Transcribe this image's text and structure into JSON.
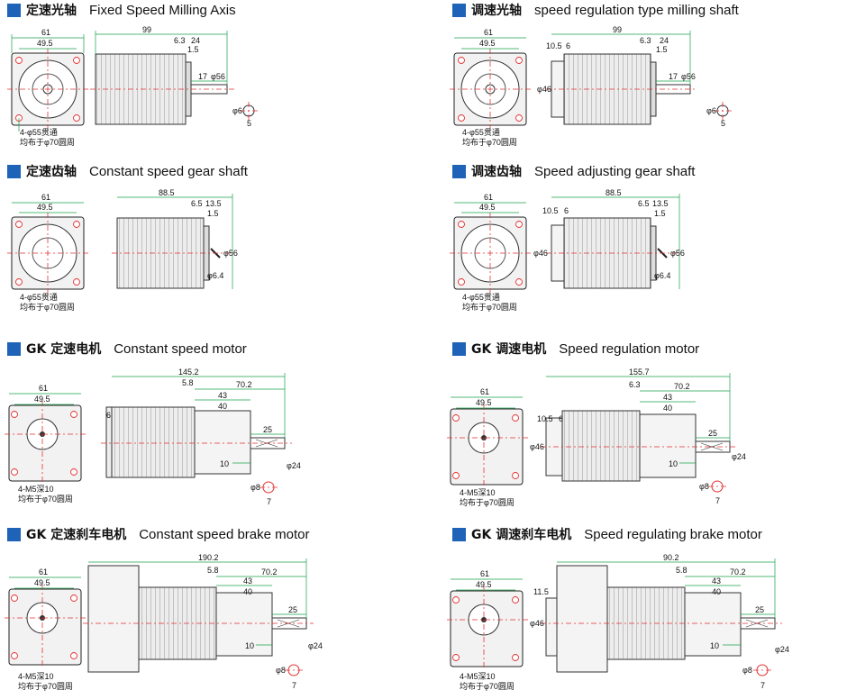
{
  "sections": [
    {
      "zh": "定速光轴",
      "en": "Fixed Speed Milling Axis",
      "d": {
        "w61": "61",
        "w49": "49.5",
        "len": "99",
        "a": "6.3",
        "b": "24",
        "c": "1.5",
        "d1": "17",
        "phi56": "φ56",
        "phi6": "φ6",
        "s5": "5",
        "hole": "4-φ55贯通",
        "pcd": "均布于φ70圆周"
      }
    },
    {
      "zh": "调速光轴",
      "en": "speed regulation type milling shaft",
      "d": {
        "w61": "61",
        "w49": "49.5",
        "len": "99",
        "pre": "10.5",
        "pre2": "6",
        "a": "6.3",
        "b": "24",
        "c": "1.5",
        "d1": "17",
        "phi46": "φ46",
        "phi56": "φ56",
        "phi6": "φ6",
        "s5": "5",
        "hole": "4-φ55贯通",
        "pcd": "均布于φ70圆周"
      }
    },
    {
      "zh": "定速齿轴",
      "en": "Constant speed gear shaft",
      "d": {
        "w61": "61",
        "w49": "49.5",
        "len": "88.5",
        "a": "6.5",
        "b": "13.5",
        "c": "1.5",
        "phi56": "φ56",
        "phi64": "φ6.4",
        "hole": "4-φ55贯通",
        "pcd": "均布于φ70圆周"
      }
    },
    {
      "zh": "调速齿轴",
      "en": "Speed adjusting gear shaft",
      "d": {
        "w61": "61",
        "w49": "49.5",
        "len": "88.5",
        "pre": "10.5",
        "pre2": "6",
        "a": "6.5",
        "b": "13.5",
        "c": "1.5",
        "phi46": "φ46",
        "phi56": "φ56",
        "phi64": "φ6.4",
        "hole": "4-φ55贯通",
        "pcd": "均布于φ70圆周"
      }
    },
    {
      "zh": "GK 定速电机",
      "en": "Constant  speed motor",
      "d": {
        "w61": "61",
        "w49": "49.5",
        "len": "145.2",
        "pre2": "6",
        "a": "5.8",
        "b": "70.2",
        "c": "43",
        "e": "40",
        "f": "25",
        "g": "10",
        "phi24": "φ24",
        "phi8": "φ8",
        "s7": "7",
        "hole": "4-M5深10",
        "pcd": "均布于φ70圆周"
      }
    },
    {
      "zh": "GK 调速电机",
      "en": "Speed regulation motor",
      "d": {
        "w61": "61",
        "w49": "49.5",
        "len": "155.7",
        "pre": "10.5",
        "pre2": "6",
        "a": "6.3",
        "b": "70.2",
        "c": "43",
        "e": "40",
        "f": "25",
        "g": "10",
        "phi46": "φ46",
        "phi24": "φ24",
        "phi8": "φ8",
        "s7": "7",
        "hole": "4-M5深10",
        "pcd": "均布于φ70圆周"
      }
    },
    {
      "zh": "GK 定速刹车电机",
      "en": "Constant speed brake motor",
      "d": {
        "w61": "61",
        "w49": "49.5",
        "len": "190.2",
        "a": "5.8",
        "b": "70.2",
        "c": "43",
        "e": "40",
        "f": "25",
        "g": "10",
        "phi24": "φ24",
        "phi8": "φ8",
        "s7": "7",
        "hole": "4-M5深10",
        "pcd": "均布于φ70圆周"
      }
    },
    {
      "zh": "GK 调速刹车电机",
      "en": "Speed regulating brake motor",
      "d": {
        "w61": "61",
        "w49": "49.5",
        "len": "90.2",
        "pre": "11.5",
        "a": "5.8",
        "b": "70.2",
        "c": "43",
        "e": "40",
        "f": "25",
        "g": "10",
        "phi46": "φ46",
        "phi24": "φ24",
        "phi8": "φ8",
        "s7": "7",
        "hole": "4-M5深10",
        "pcd": "均布于φ70圆周"
      }
    }
  ]
}
